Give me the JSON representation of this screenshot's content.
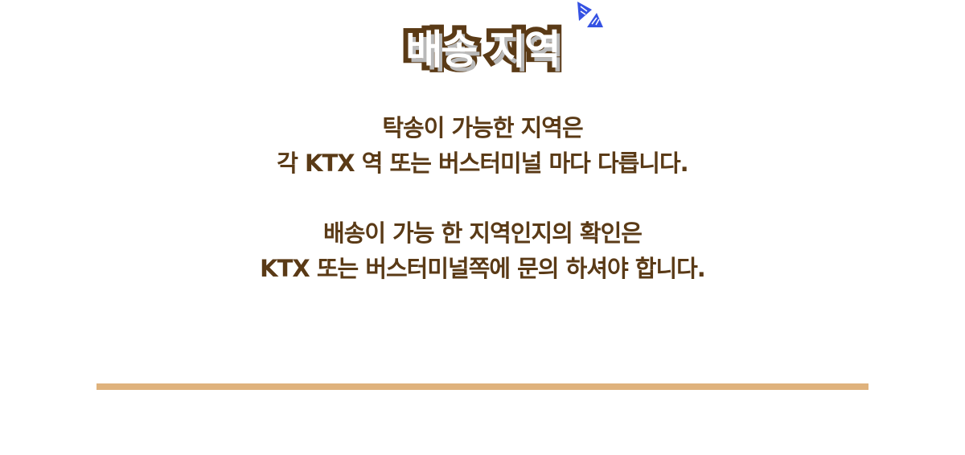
{
  "title": "배송 지역",
  "paragraphs": [
    {
      "lines": [
        "탁송이 가능한 지역은",
        "각 KTX 역 또는 버스터미널 마다 다릅니다."
      ]
    },
    {
      "lines": [
        "배송이 가능 한 지역인지의 확인은",
        "KTX 또는 버스터미널쪽에 문의 하셔야 합니다."
      ]
    }
  ],
  "colors": {
    "text": "#5a3a16",
    "divider": "#dfb27c",
    "accent": "#1f3fe0"
  }
}
